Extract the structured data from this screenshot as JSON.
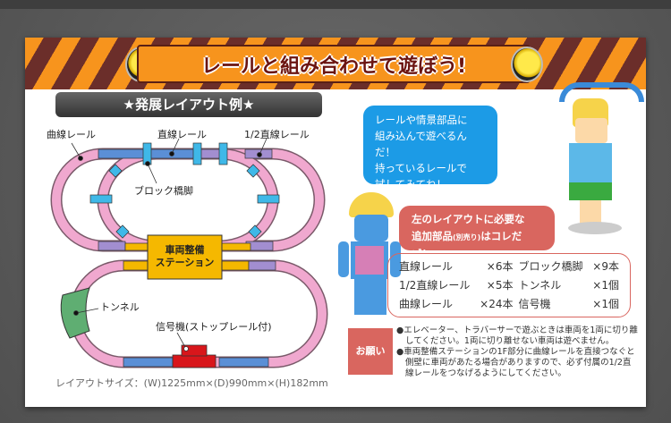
{
  "banner": {
    "title": "レールと組み合わせて遊ぼう!"
  },
  "layout": {
    "subtitle": "★発展レイアウト例★",
    "labels": {
      "curve": "曲線レール",
      "straight": "直線レール",
      "half_straight": "1/2直線レール",
      "pier": "ブロック橋脚",
      "station": [
        "車両整備",
        "ステーション"
      ],
      "tunnel": "トンネル",
      "signal": "信号機(ストップレール付)"
    },
    "size": "レイアウトサイズ：(W)1225mm×(D)990mm×(H)182mm"
  },
  "bubble_blue": [
    "レールや情景部品に",
    "組み込んで遊べるんだ！",
    "持っているレールで",
    "試してみてね！"
  ],
  "bubble_red": {
    "line1": "左のレイアウトに必要な",
    "line2a": "追加部品",
    "line2b": "(別売り)",
    "line2c": "はコレだゾ！"
  },
  "parts": [
    {
      "name": "直線レール",
      "qty": "×6本"
    },
    {
      "name": "ブロック橋脚",
      "qty": "×9本"
    },
    {
      "name": "1/2直線レール",
      "qty": "×5本"
    },
    {
      "name": "トンネル",
      "qty": "×1個"
    },
    {
      "name": "曲線レール",
      "qty": "×24本"
    },
    {
      "name": "信号機",
      "qty": "×1個"
    }
  ],
  "notice": {
    "label": "お願い",
    "items": [
      "●エレベーター、トラバーサーで遊ぶときは車両を1両に切り離してください。1両に切り離せない車両は遊べません。",
      "●車両整備ステーションの1F部分に曲線レールを直接つなぐと側壁に車両があたる場合がありますので、必ず付属の1/2直線レールをつなげるようにしてください。"
    ]
  },
  "colors": {
    "curve": "#f0a8cf",
    "straight": "#5b8fd6",
    "half": "#a28ed0",
    "station": "#f5b800",
    "tunnel": "#5fae72",
    "signal": "#d8161b",
    "pier": "#3fb8e8"
  }
}
